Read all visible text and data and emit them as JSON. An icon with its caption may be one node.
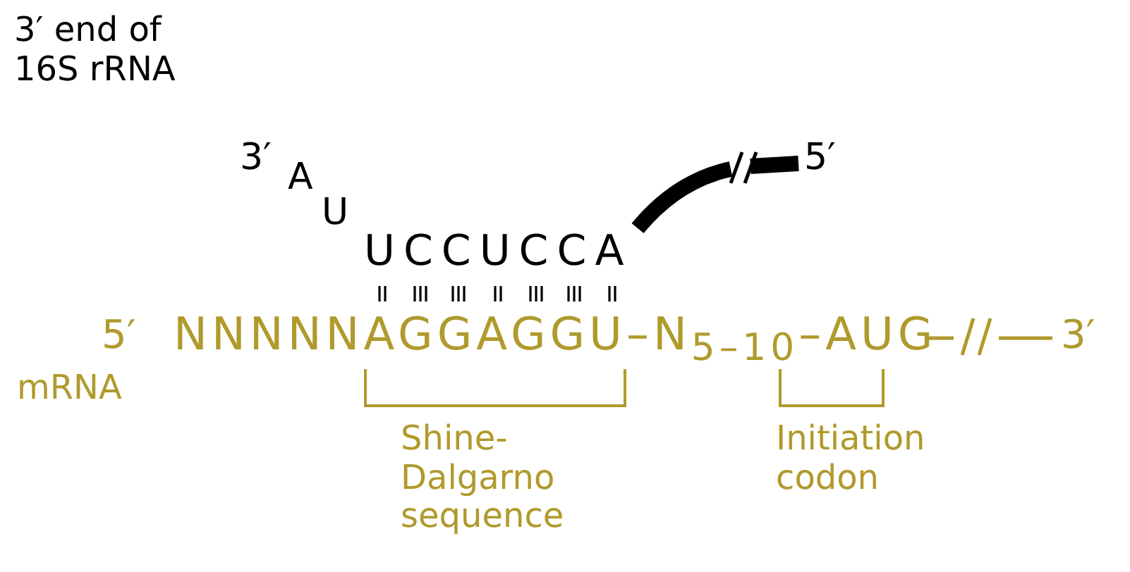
{
  "diagram": {
    "labels": [
      "3′ end of 16S rRNA",
      "3′",
      "A",
      "U",
      "UCCUCCA",
      "5′",
      "5′",
      "NNNNNAGGAGGU–N$_{5–10}$–AUG",
      "3′",
      "mRNA",
      "Shine-Dalgarno sequence",
      "Initiation codon"
    ]
  }
}
